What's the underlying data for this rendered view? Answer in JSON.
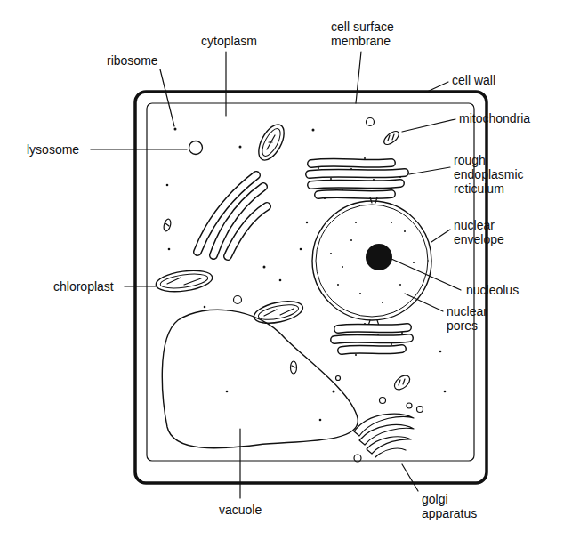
{
  "diagram": {
    "labels": [
      "ribosome",
      "cytoplasm",
      "cell surface membrane",
      "cell wall",
      "mitochondria",
      "lysosome",
      "rough endoplasmic reticulum",
      "nuclear envelope",
      "chloroplast",
      "nucleolus",
      "nuclear pores",
      "vacuole",
      "golgi apparatus"
    ]
  }
}
